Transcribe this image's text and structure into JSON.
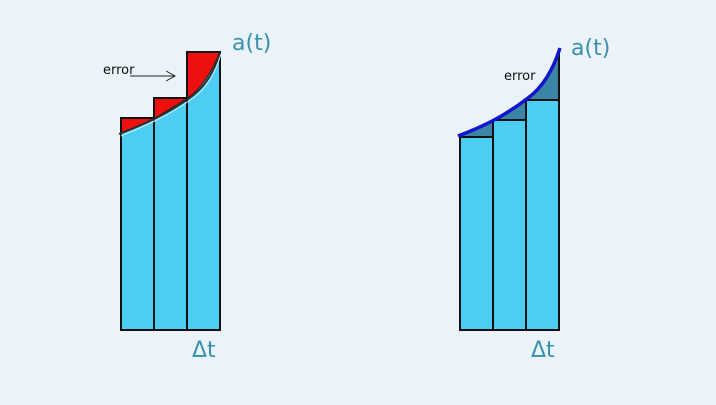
{
  "colors": {
    "background": "#eaf4f8",
    "bar_fill": "#4dcdf4",
    "error_upper": "#ee0f0f",
    "error_lower": "#3a84a6",
    "curve_left": "#2e2e2e",
    "curve_right": "#1414cc",
    "label": "#3a8fb0",
    "outline": "#111111"
  },
  "left_panel": {
    "curve_label": "a(t)",
    "error_label": "error",
    "step_label": "Δt"
  },
  "right_panel": {
    "curve_label": "a(t)",
    "error_label": "error",
    "step_label": "Δt"
  }
}
